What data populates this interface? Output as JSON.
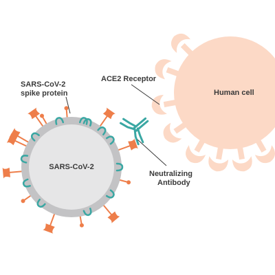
{
  "labels": {
    "spike_line1": "SARS-CoV-2",
    "spike_line2": "spike protein",
    "ace2": "ACE2 Receptor",
    "human_cell": "Human cell",
    "virus": "SARS-CoV-2",
    "antibody_line1": "Neutralizing",
    "antibody_line2": "Antibody"
  },
  "colors": {
    "cell_fill": "#fcd9c6",
    "spike": "#ee7e4a",
    "antibody": "#3aa7a3",
    "virus_core": "#e6e6e7",
    "virus_ring": "#c3c3c5",
    "text": "#3a3a3a"
  }
}
